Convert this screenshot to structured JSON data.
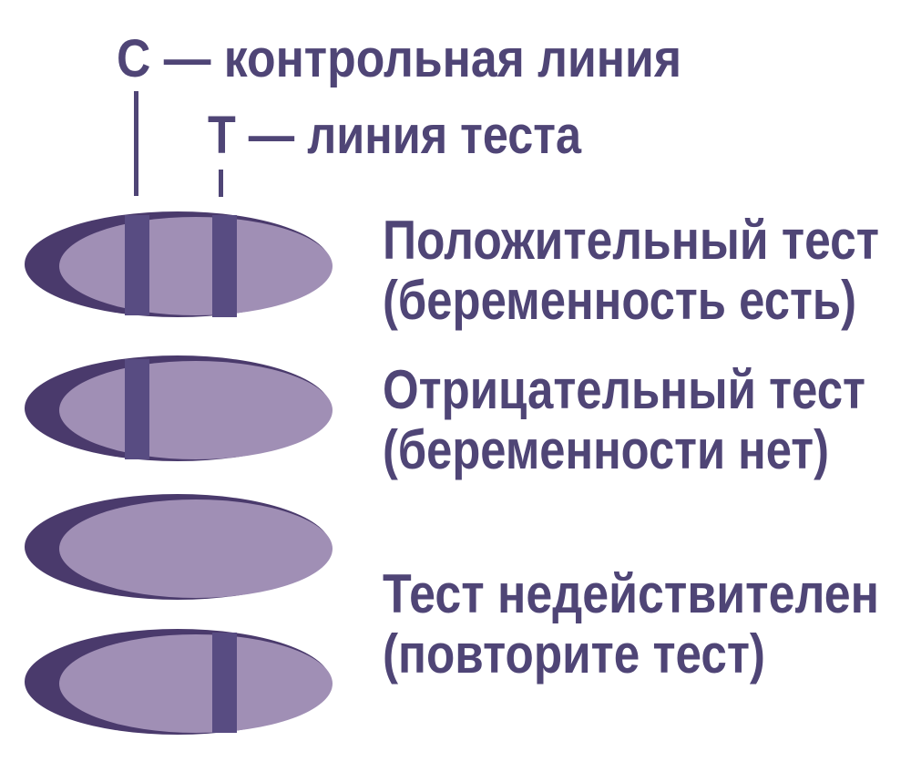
{
  "legend": {
    "c_line": "C — контрольная линия",
    "t_line": "T — линия теста"
  },
  "results": [
    {
      "line1": "Положительный тест",
      "line2": "(беременность есть)",
      "c_present": true,
      "t_present": true
    },
    {
      "line1": "Отрицательный тест",
      "line2": "(беременности нет)",
      "c_present": true,
      "t_present": false
    },
    {
      "line1": "Тест недействителен",
      "line2": "(повторите тест)",
      "c_present": false,
      "t_present": false
    },
    {
      "line1": "",
      "line2": "",
      "c_present": false,
      "t_present": true
    }
  ],
  "colors": {
    "text": "#4f4576",
    "pill_dark": "#4a3a6c",
    "pill_light": "#a08fb5",
    "stripe": "#584c82"
  }
}
